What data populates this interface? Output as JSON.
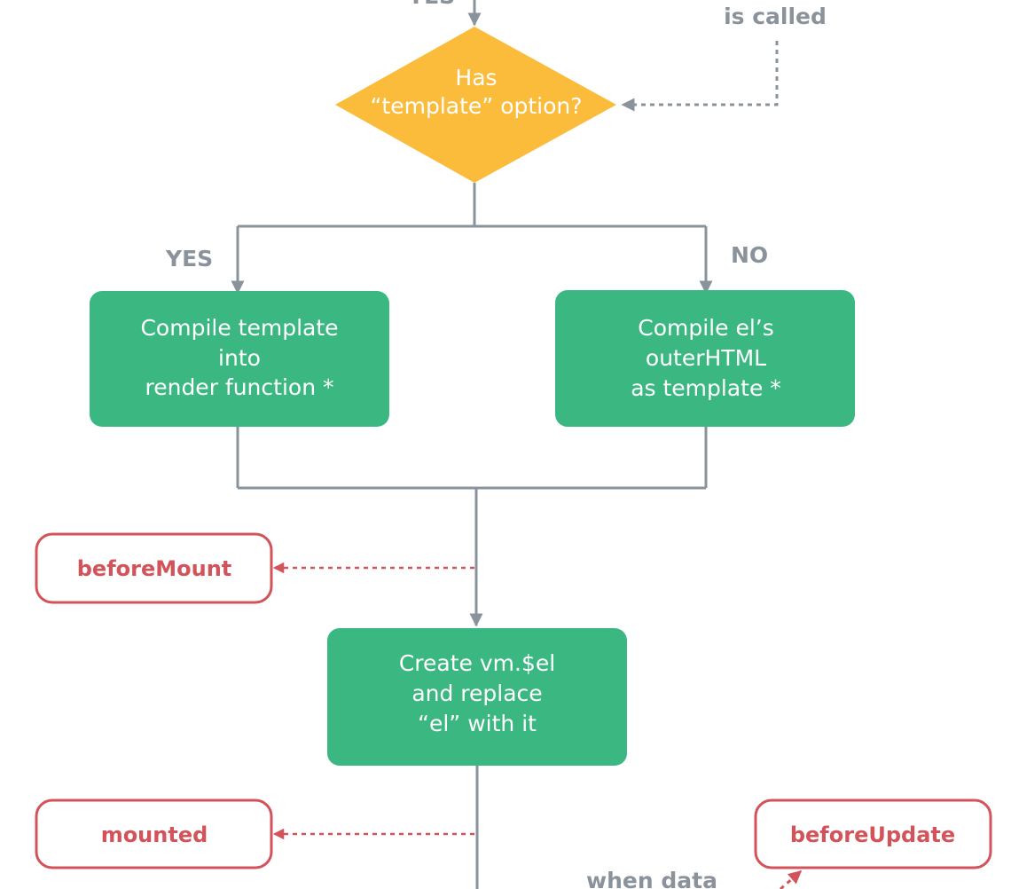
{
  "colors": {
    "connector": "#8a939b",
    "hook": "#d2545a",
    "step": "#3bb882",
    "decision": "#fbbb3b",
    "text_on_shape": "#ffffff"
  },
  "labels": {
    "top_yes_partial": "YES",
    "is_called": "is called",
    "yes": "YES",
    "no": "NO",
    "when_data": "when data"
  },
  "decision": {
    "line1": "Has",
    "line2": "“template” option?"
  },
  "steps": {
    "compile_template": [
      "Compile template",
      "into",
      "render function *"
    ],
    "compile_el": [
      "Compile el’s",
      "outerHTML",
      "as template *"
    ],
    "create_vm": [
      "Create vm.$el",
      "and replace",
      "“el” with it"
    ]
  },
  "hooks": {
    "before_mount": "beforeMount",
    "mounted": "mounted",
    "before_update": "beforeUpdate"
  }
}
